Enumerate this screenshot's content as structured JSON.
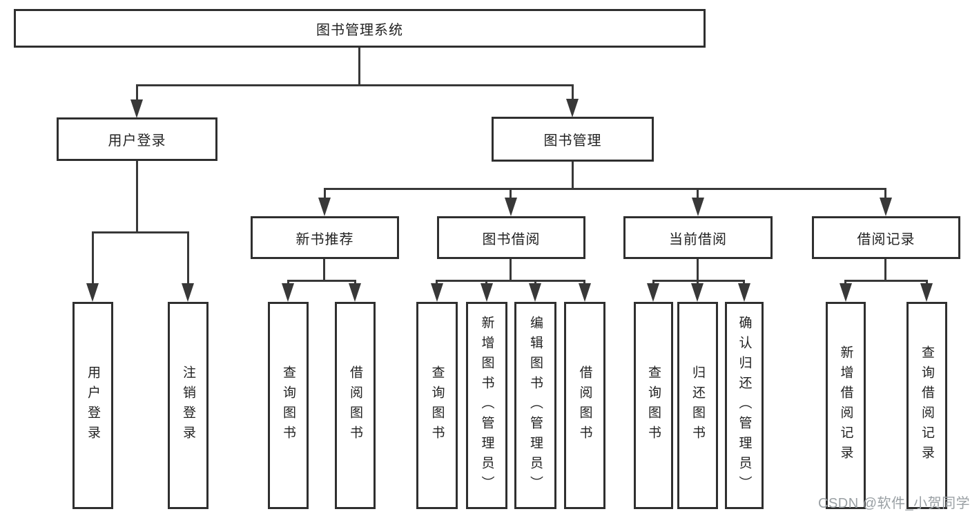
{
  "diagram_title": "图书管理系统",
  "tree": {
    "root": {
      "label": "图书管理系统"
    },
    "branches": [
      {
        "label": "用户登录",
        "children": [
          {
            "label": "用户登录"
          },
          {
            "label": "注销登录"
          }
        ]
      },
      {
        "label": "图书管理",
        "children": [
          {
            "label": "新书推荐",
            "children": [
              {
                "label": "查询图书"
              },
              {
                "label": "借阅图书"
              }
            ]
          },
          {
            "label": "图书借阅",
            "children": [
              {
                "label": "查询图书"
              },
              {
                "label": "新增图书（管理员）"
              },
              {
                "label": "编辑图书（管理员）"
              },
              {
                "label": "借阅图书"
              }
            ]
          },
          {
            "label": "当前借阅",
            "children": [
              {
                "label": "查询图书"
              },
              {
                "label": "归还图书"
              },
              {
                "label": "确认归还（管理员）"
              }
            ]
          },
          {
            "label": "借阅记录",
            "children": [
              {
                "label": "新增借阅记录"
              },
              {
                "label": "查询借阅记录"
              }
            ]
          }
        ]
      }
    ]
  },
  "watermark": {
    "text": "CSDN @软件_小贺同学",
    "color": "#9aa0a4"
  },
  "colors": {
    "line": "#383838",
    "box_border": "#2f2f2f",
    "text": "#222222",
    "background": "#ffffff"
  }
}
